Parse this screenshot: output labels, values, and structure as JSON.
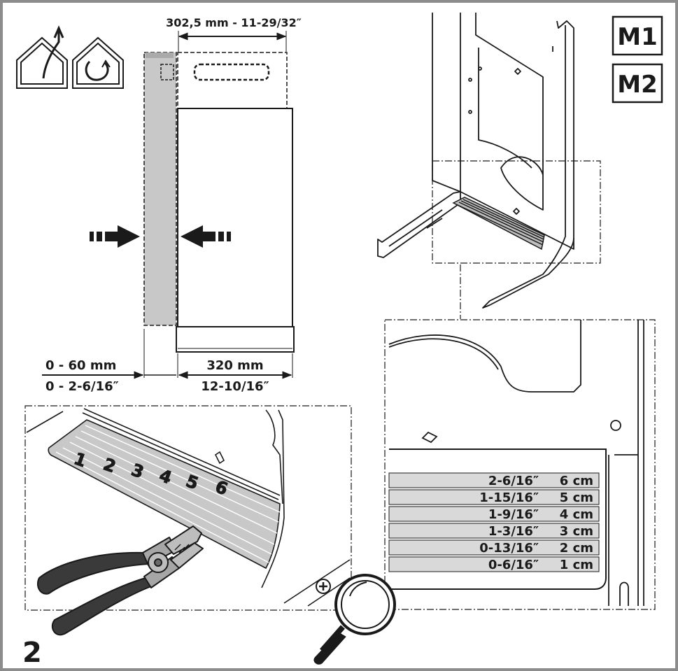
{
  "step_number": "2",
  "model_badges": [
    "M1",
    "M2"
  ],
  "dimensions": {
    "top_width": "302,5 mm - 11-29/32″",
    "bottom_width_mm": "320 mm",
    "bottom_width_in": "12-10/16″",
    "side_range_mm": "0 - 60 mm",
    "side_range_in": "0 - 2-6/16″"
  },
  "strip_numbers": [
    "1",
    "2",
    "3",
    "4",
    "5",
    "6"
  ],
  "size_table": [
    {
      "inch": "2-6/16″",
      "cm": "6 cm"
    },
    {
      "inch": "1-15/16″",
      "cm": "5 cm"
    },
    {
      "inch": "1-9/16″",
      "cm": "4 cm"
    },
    {
      "inch": "1-3/16″",
      "cm": "3 cm"
    },
    {
      "inch": "0-13/16″",
      "cm": "2 cm"
    },
    {
      "inch": "0-6/16″",
      "cm": "1 cm"
    }
  ],
  "icons": [
    "house-exhaust-icon",
    "house-recirculation-icon",
    "pliers-icon",
    "magnifier-plus-icon",
    "inward-arrow-icon"
  ],
  "colors": {
    "frame": "#8c8c8c",
    "strip_fill": "#c8c8c8",
    "table_fill": "#d9d9d9",
    "ink": "#1a1a1a"
  }
}
